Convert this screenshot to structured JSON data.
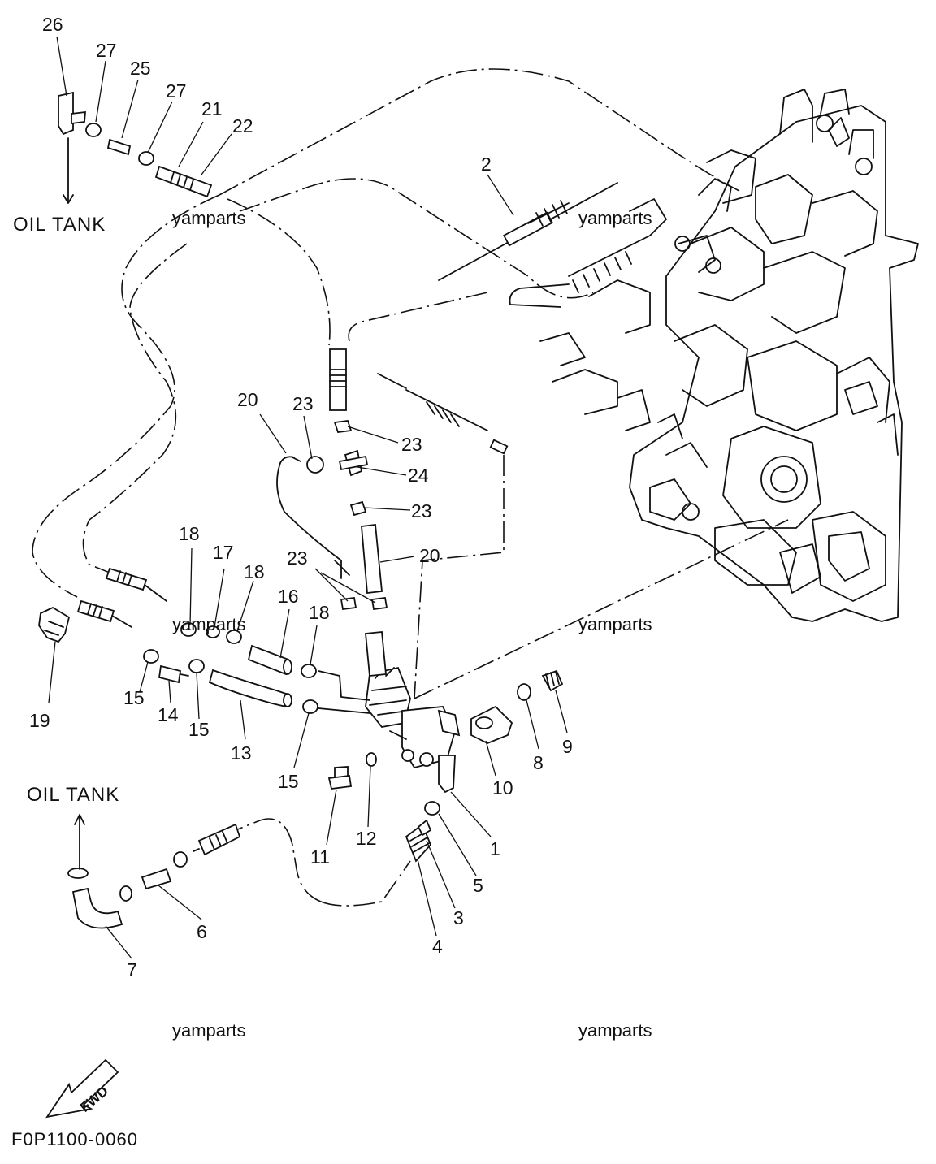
{
  "labels": {
    "p1": "1",
    "p2": "2",
    "p3": "3",
    "p4": "4",
    "p5": "5",
    "p6": "6",
    "p7": "7",
    "p8": "8",
    "p9": "9",
    "p10": "10",
    "p11": "11",
    "p12": "12",
    "p13": "13",
    "p14": "14",
    "p15a": "15",
    "p15b": "15",
    "p15c": "15",
    "p16": "16",
    "p17": "17",
    "p18a": "18",
    "p18b": "18",
    "p18c": "18",
    "p19": "19",
    "p20a": "20",
    "p20b": "20",
    "p21": "21",
    "p22": "22",
    "p23a": "23",
    "p23b": "23",
    "p23c": "23",
    "p23d": "23",
    "p24": "24",
    "p25": "25",
    "p26": "26",
    "p27a": "27",
    "p27b": "27"
  },
  "oil_tank_top": "OIL TANK",
  "oil_tank_bottom": "OIL TANK",
  "watermark": "yamparts",
  "fwd_arrow": "FWD",
  "diagram_code": "F0P1100-0060"
}
